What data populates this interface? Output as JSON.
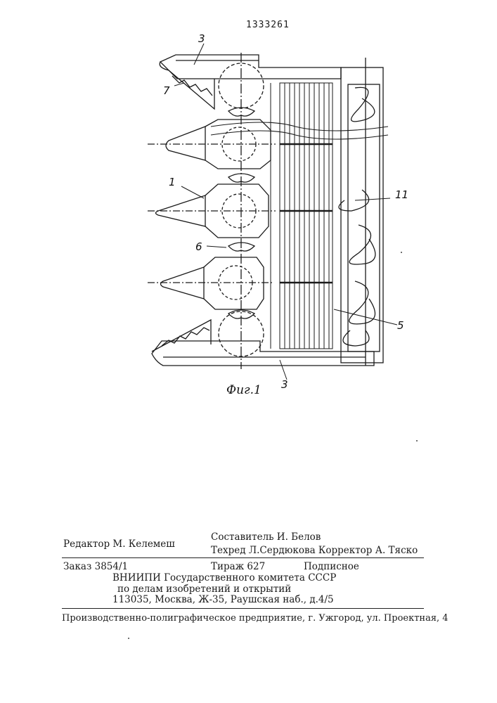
{
  "header": {
    "patent_number": "1333261"
  },
  "figure": {
    "caption": "Фиг.1",
    "labels": {
      "l1": "1",
      "l3_top": "3",
      "l3_bottom": "3",
      "l5": "5",
      "l6": "6",
      "l7": "7",
      "l11": "11"
    }
  },
  "imprint": {
    "editor": "Редактор М. Келемеш",
    "compiler": "Составитель И. Белов",
    "techred_corrector": "Техред Л.Сердюкова  Корректор А. Тяско",
    "order": "Заказ 3854/1",
    "circulation": "Тираж 627",
    "subscription": "Подписное",
    "institute_1": "ВНИИПИ Государственного комитета СССР",
    "institute_2": "по делам изобретений и открытий",
    "address": "113035, Москва, Ж-35, Раушская наб., д.4/5",
    "printer": "Производственно-полиграфическое предприятие, г. Ужгород, ул. Проектная, 4"
  }
}
